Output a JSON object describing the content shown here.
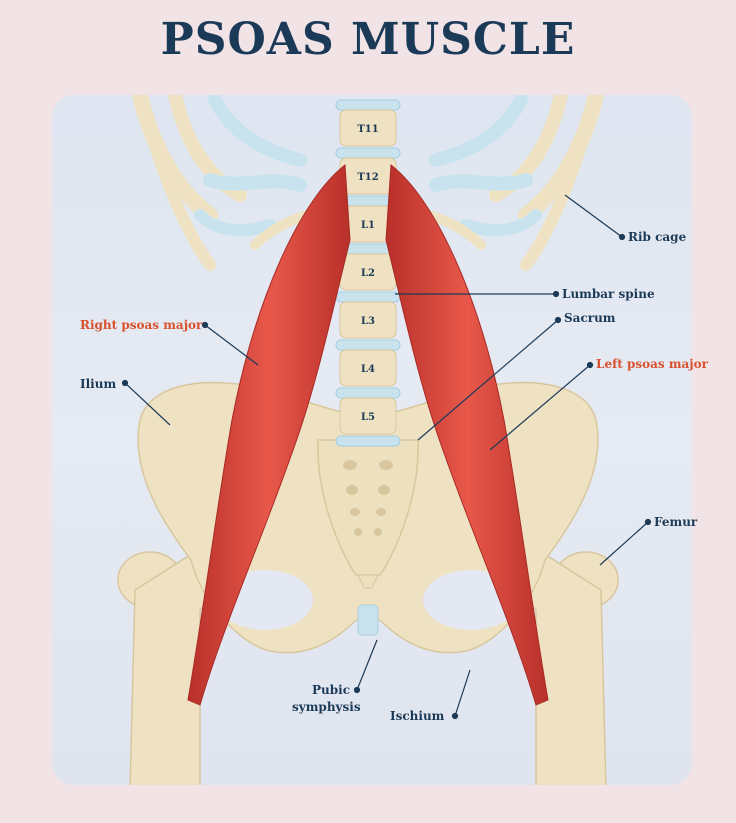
{
  "title": "PSOAS MUSCLE",
  "colors": {
    "title": "#1b3a57",
    "label_blue": "#1b3a57",
    "label_red": "#d9502c",
    "muscle": "#d94a3c",
    "bone": "#efe2c2",
    "cartilage": "#c9e3ee"
  },
  "vertebrae": [
    "T11",
    "T12",
    "L1",
    "L2",
    "L3",
    "L4",
    "L5"
  ],
  "labels": {
    "rib_cage": "Rib cage",
    "lumbar_spine": "Lumbar spine",
    "sacrum": "Sacrum",
    "right_psoas_major": "Right psoas major",
    "left_psoas_major": "Left psoas major",
    "ilium": "Ilium",
    "femur": "Femur",
    "pubic_symphysis_line1": "Pubic",
    "pubic_symphysis_line2": "symphysis",
    "ischium": "Ischium"
  }
}
